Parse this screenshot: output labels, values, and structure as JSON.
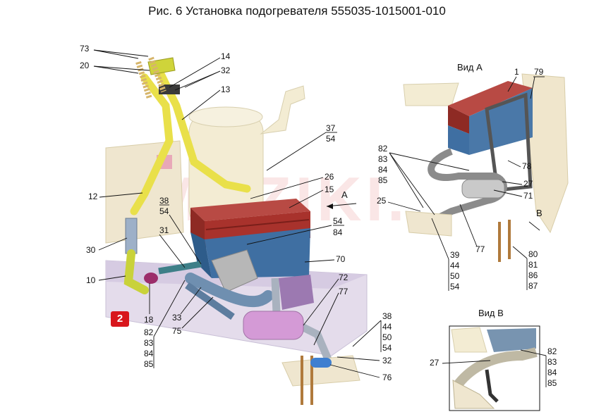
{
  "title": "Рис. 6   Установка подогревателя 555035-1015001-010",
  "watermark": "MAZIKI.RY",
  "badge": "2",
  "views": {
    "a": "Вид А",
    "b": "Вид В"
  },
  "arrows": {
    "a": "А",
    "b": "В"
  },
  "labels": {
    "n73": "73",
    "n20": "20",
    "n14": "14",
    "n32a": "32",
    "n13": "13",
    "n37": "37",
    "n54a": "54",
    "n26": "26",
    "n15": "15",
    "n12": "12",
    "n38a": "38",
    "n54b": "54",
    "n31": "31",
    "n30": "30",
    "n54c": "54",
    "n84a": "84",
    "n70": "70",
    "n10": "10",
    "n72": "72",
    "n77a": "77",
    "n18": "18",
    "n33": "33",
    "n75": "75",
    "n82a": "82",
    "n83a": "83",
    "n84b": "84",
    "n85a": "85",
    "n38b": "38",
    "n44a": "44",
    "n50a": "50",
    "n54d": "54",
    "n32b": "32",
    "n76": "76",
    "v1": "1",
    "n79": "79",
    "n82b": "82",
    "n83b": "83",
    "n84c": "84",
    "n85b": "85",
    "n78": "78",
    "n27a": "27",
    "n71": "71",
    "n25": "25",
    "n39": "39",
    "n44b": "44",
    "n50b": "50",
    "n54e": "54",
    "n77b": "77",
    "n80": "80",
    "n81": "81",
    "n86": "86",
    "n87": "87",
    "n27b": "27",
    "n82c": "82",
    "n83c": "83",
    "n84d": "84",
    "n85c": "85"
  },
  "colors": {
    "heater_red": "#a8322c",
    "heater_blue": "#3f6fa2",
    "pipe_yellow": "#e9e04a",
    "hose_blue": "#6f8fb0",
    "tank": "#f3ecd3",
    "frame": "#d9d2e3",
    "muffler": "#d49ad6"
  }
}
